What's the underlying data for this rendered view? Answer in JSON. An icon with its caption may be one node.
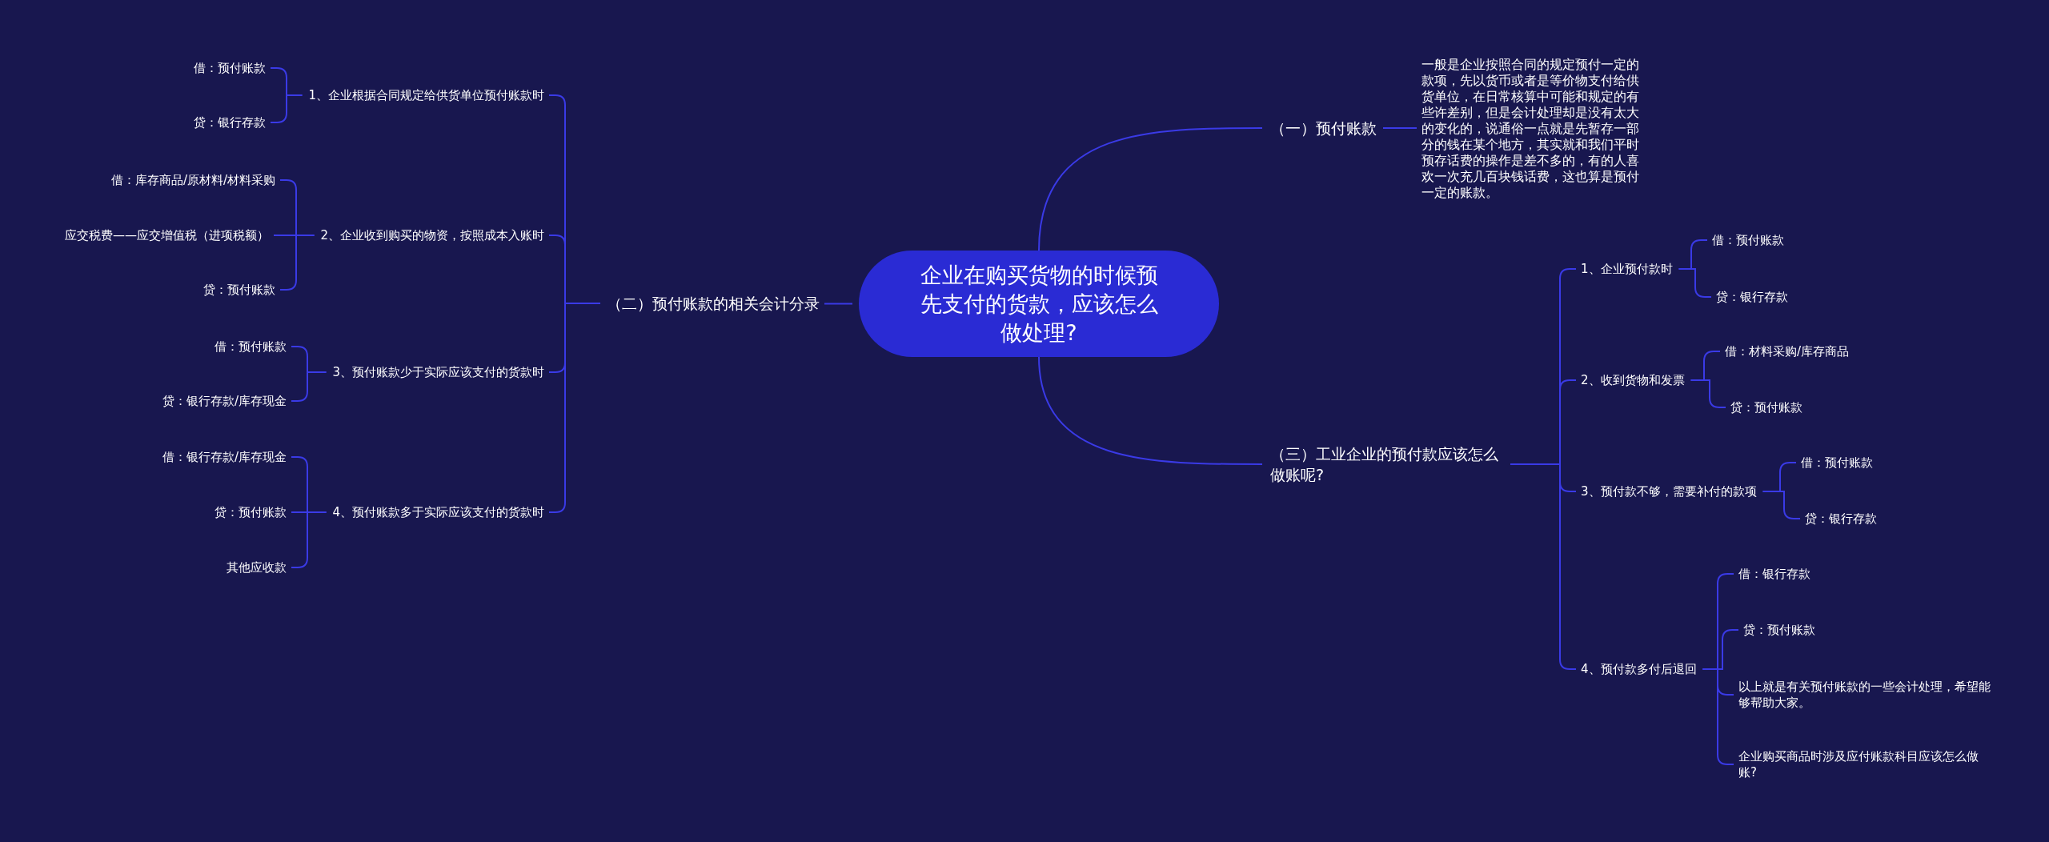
{
  "diagram": {
    "nodes": [
      {
        "text": [
          "企业在购买货物的时候预先支付的货款，应该怎么做处理?"
        ]
      },
      {
        "text": [
          "（一）预付账款"
        ]
      },
      {
        "text": [
          "一般是企业按照合同的规定预付一定的款项，先以货币或者是等价物支付给供货单位，在日常核算中可能和规定的有些许差别，但是会计处理却是没有太大的变化的，说通俗一点就是先暂存一部分的钱在某个地方，其实就和我们平时预存话费的操作是差不多的，有的人喜欢一次充几百块钱话费，这也算是预付一定的账款。"
        ]
      },
      {
        "text": [
          "（二）预付账款的相关会计分录"
        ]
      },
      {
        "text": [
          "1、企业根据合同规定给供货单位预付账款时"
        ]
      },
      {
        "text": [
          "借：预付账款"
        ]
      },
      {
        "text": [
          "贷：银行存款"
        ]
      },
      {
        "text": [
          "2、企业收到购买的物资，按照成本入账时"
        ]
      },
      {
        "text": [
          "借：库存商品/原材料/材料采购"
        ]
      },
      {
        "text": [
          "应交税费——应交增值税（进项税额）"
        ]
      },
      {
        "text": [
          "贷：预付账款"
        ]
      },
      {
        "text": [
          "3、预付账款少于实际应该支付的货款时"
        ]
      },
      {
        "text": [
          "借：预付账款"
        ]
      },
      {
        "text": [
          "贷：银行存款/库存现金"
        ]
      },
      {
        "text": [
          "4、预付账款多于实际应该支付的货款时"
        ]
      },
      {
        "text": [
          "借：银行存款/库存现金"
        ]
      },
      {
        "text": [
          "贷：预付账款"
        ]
      },
      {
        "text": [
          "其他应收款"
        ]
      },
      {
        "text": [
          "（三）工业企业的预付款应该怎么做账呢?"
        ]
      },
      {
        "text": [
          "1、企业预付款时"
        ]
      },
      {
        "text": [
          "借：预付账款"
        ]
      },
      {
        "text": [
          "贷：银行存款"
        ]
      },
      {
        "text": [
          "2、收到货物和发票"
        ]
      },
      {
        "text": [
          "借：材料采购/库存商品"
        ]
      },
      {
        "text": [
          "贷：预付账款"
        ]
      },
      {
        "text": [
          "3、预付款不够，需要补付的款项"
        ]
      },
      {
        "text": [
          "借：预付账款"
        ]
      },
      {
        "text": [
          "贷：银行存款"
        ]
      },
      {
        "text": [
          "4、预付款多付后退回"
        ]
      },
      {
        "text": [
          "借：银行存款"
        ]
      },
      {
        "text": [
          "贷：预付账款"
        ]
      },
      {
        "text": [
          "以上就是有关预付账款的一些会计处理，希望能够帮助大家。"
        ]
      },
      {
        "text": [
          "企业购买商品时涉及应付账款科目应该怎么做账?"
        ]
      }
    ],
    "edges": [
      {
        "from": 0,
        "to": 1,
        "arrow": "none"
      },
      {
        "from": 1,
        "to": 2,
        "arrow": "none"
      },
      {
        "from": 0,
        "to": 3,
        "arrow": "none"
      },
      {
        "from": 3,
        "to": 4,
        "arrow": "none"
      },
      {
        "from": 4,
        "to": 5,
        "arrow": "none"
      },
      {
        "from": 4,
        "to": 6,
        "arrow": "none"
      },
      {
        "from": 3,
        "to": 7,
        "arrow": "none"
      },
      {
        "from": 7,
        "to": 8,
        "arrow": "none"
      },
      {
        "from": 7,
        "to": 9,
        "arrow": "none"
      },
      {
        "from": 7,
        "to": 10,
        "arrow": "none"
      },
      {
        "from": 3,
        "to": 11,
        "arrow": "none"
      },
      {
        "from": 11,
        "to": 12,
        "arrow": "none"
      },
      {
        "from": 11,
        "to": 13,
        "arrow": "none"
      },
      {
        "from": 3,
        "to": 14,
        "arrow": "none"
      },
      {
        "from": 14,
        "to": 15,
        "arrow": "none"
      },
      {
        "from": 14,
        "to": 16,
        "arrow": "none"
      },
      {
        "from": 14,
        "to": 17,
        "arrow": "none"
      },
      {
        "from": 0,
        "to": 18,
        "arrow": "none"
      },
      {
        "from": 18,
        "to": 19,
        "arrow": "none"
      },
      {
        "from": 19,
        "to": 20,
        "arrow": "none"
      },
      {
        "from": 19,
        "to": 21,
        "arrow": "none"
      },
      {
        "from": 18,
        "to": 22,
        "arrow": "none"
      },
      {
        "from": 22,
        "to": 23,
        "arrow": "none"
      },
      {
        "from": 22,
        "to": 24,
        "arrow": "none"
      },
      {
        "from": 18,
        "to": 25,
        "arrow": "none"
      },
      {
        "from": 25,
        "to": 26,
        "arrow": "none"
      },
      {
        "from": 25,
        "to": 27,
        "arrow": "none"
      },
      {
        "from": 18,
        "to": 28,
        "arrow": "none"
      },
      {
        "from": 28,
        "to": 29,
        "arrow": "none"
      },
      {
        "from": 28,
        "to": 30,
        "arrow": "none"
      },
      {
        "from": 28,
        "to": 31,
        "arrow": "none"
      },
      {
        "from": 28,
        "to": 32,
        "arrow": "none"
      }
    ]
  }
}
